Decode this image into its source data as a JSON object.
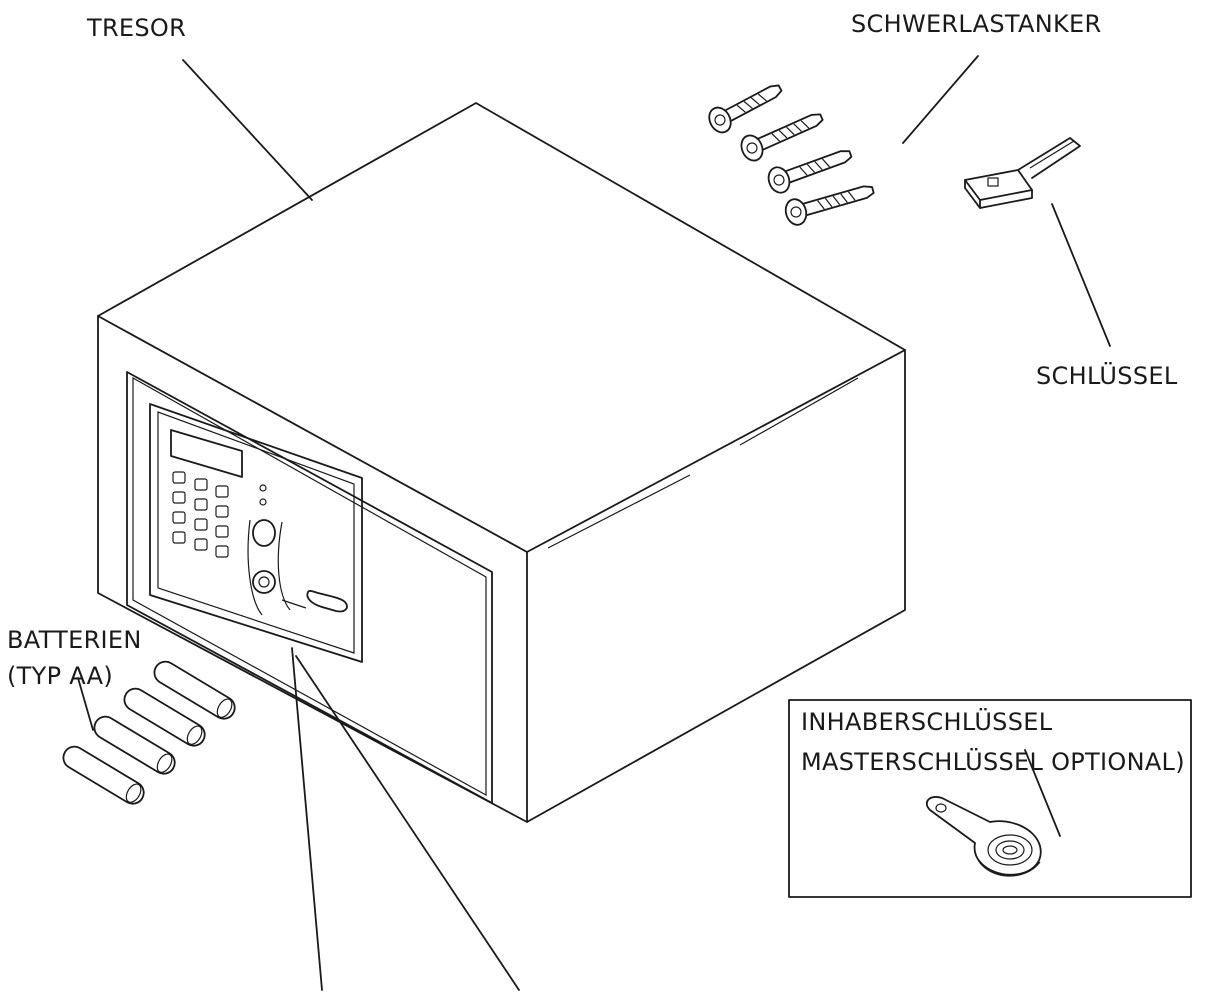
{
  "labels": {
    "tresor": "TRESOR",
    "schwerlastanker": "SCHWERLASTANKER",
    "schluessel": "SCHLÜSSEL",
    "batterien_line1": "BATTERIEN",
    "batterien_line2": "(TYP AA)",
    "inhaber_line1": "INHABERSCHLÜSSEL",
    "inhaber_line2": "MASTERSCHLÜSSEL OPTIONAL)"
  },
  "icons": [
    "safe-icon",
    "anchor-bolt-icon",
    "key-icon",
    "battery-icon",
    "owner-key-fob-icon"
  ],
  "colors": {
    "line": "#1a1a1a",
    "background": "#ffffff"
  }
}
